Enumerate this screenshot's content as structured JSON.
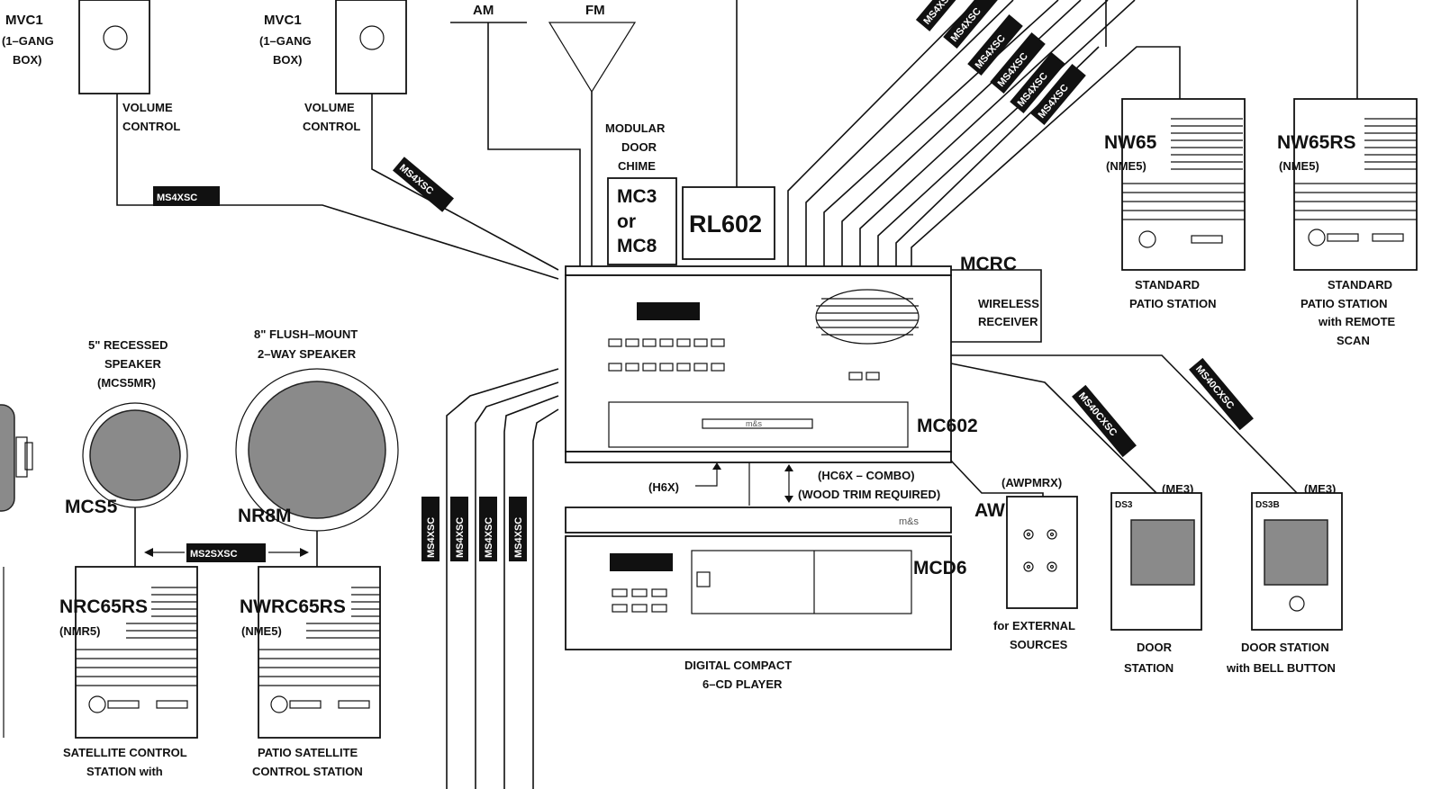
{
  "volume_controls": [
    {
      "model": "MVC1",
      "box": "(1–GANG",
      "box2": "BOX)",
      "label1": "VOLUME",
      "label2": "CONTROL"
    },
    {
      "model": "MVC1",
      "box": "(1–GANG",
      "box2": "BOX)",
      "label1": "VOLUME",
      "label2": "CONTROL"
    }
  ],
  "antenna": {
    "am": "AM",
    "fm": "FM"
  },
  "chime": {
    "l1": "MODULAR",
    "l2": "DOOR",
    "l3": "CHIME",
    "m1": "MC3",
    "m2": "or",
    "m3": "MC8"
  },
  "rl602": "RL602",
  "mcrc": {
    "model": "MCRC",
    "l1": "WIRELESS",
    "l2": "RECEIVER"
  },
  "master": {
    "model": "MC602",
    "brand": "m&s"
  },
  "cd": {
    "model": "MCD6",
    "brand": "m&s",
    "l1": "DIGITAL COMPACT",
    "l2": "6–CD PLAYER"
  },
  "h6x": "(H6X)",
  "hc6x": {
    "l1": "(HC6X – COMBO)",
    "l2": "(WOOD TRIM REQUIRED)"
  },
  "awpm": {
    "code": "(AWPMRX)",
    "model": "AWPM",
    "l1": "for EXTERNAL",
    "l2": "SOURCES"
  },
  "patio": [
    {
      "model": "NW65",
      "sub": "(NME5)",
      "l1": "STANDARD",
      "l2": "PATIO STATION"
    },
    {
      "model": "NW65RS",
      "sub": "(NME5)",
      "l1": "STANDARD",
      "l2": "PATIO STATION",
      "l3": "with REMOTE",
      "l4": "SCAN"
    }
  ],
  "doors": [
    {
      "code": "(ME3)",
      "id": "DS3",
      "l1": "DOOR",
      "l2": "STATION"
    },
    {
      "code": "(ME3)",
      "id": "DS3B",
      "l1": "DOOR STATION",
      "l2": "with BELL BUTTON"
    }
  ],
  "speakers": [
    {
      "l1": "5\" RECESSED",
      "l2": "SPEAKER",
      "l3": "(MCS5MR)",
      "model": "MCS5"
    },
    {
      "l1": "8\" FLUSH–MOUNT",
      "l2": "2–WAY SPEAKER",
      "model": "NR8M"
    }
  ],
  "ms2": "MS2SXSC",
  "satellites": [
    {
      "model": "NRC65RS",
      "sub": "(NMR5)",
      "l1": "SATELLITE CONTROL",
      "l2": "STATION with"
    },
    {
      "model": "NWRC65RS",
      "sub": "(NME5)",
      "l1": "PATIO SATELLITE",
      "l2": "CONTROL STATION"
    }
  ],
  "cable": {
    "ms4": "MS4XSC",
    "ms40": "MS40CXSC"
  }
}
